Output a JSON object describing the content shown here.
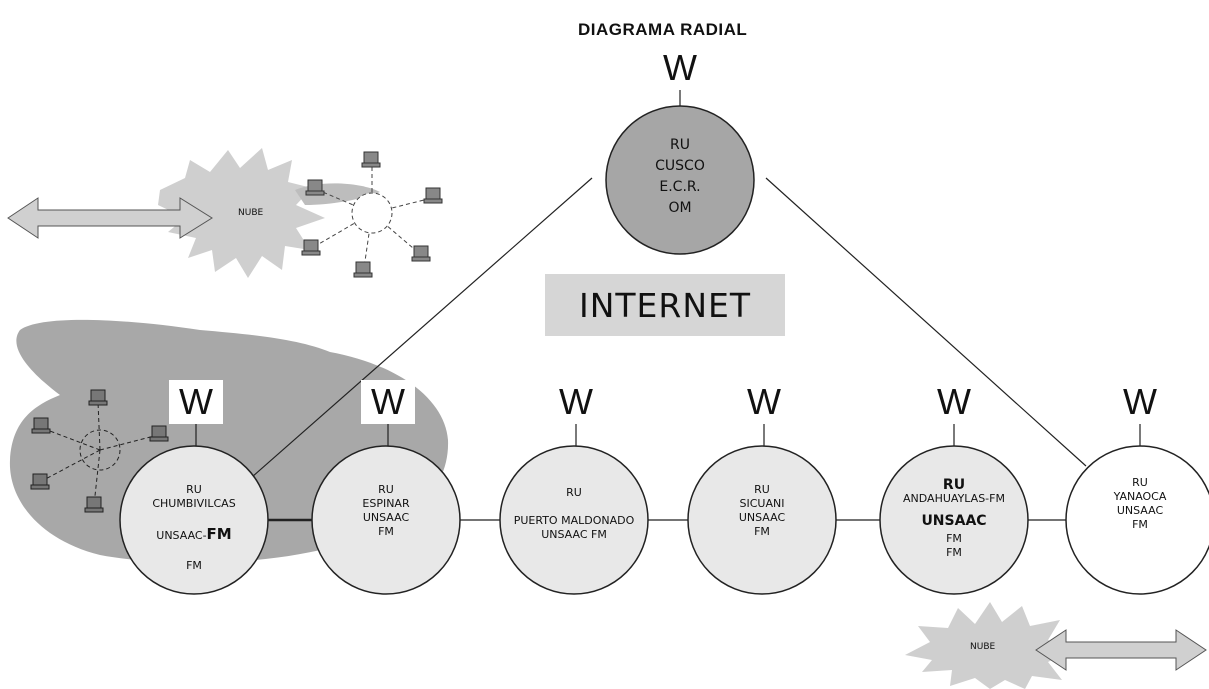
{
  "title": "DIAGRAMA RADIAL",
  "internet": "INTERNET",
  "w_label": "W",
  "cloud_label": "NUBE",
  "nodes": {
    "cusco": [
      "RU",
      "CUSCO",
      "E.C.R.",
      "OM"
    ],
    "chumbivilcas": {
      "top": [
        "RU",
        "CHUMBIVILCAS"
      ],
      "mid_a": "UNSAAC-",
      "mid_b": "FM",
      "bottom": "FM"
    },
    "espinar": [
      "RU",
      "ESPINAR",
      "UNSAAC",
      "FM"
    ],
    "puerto": [
      "RU",
      "PUERTO MALDONADO",
      "UNSAAC FM"
    ],
    "sicuani": [
      "RU",
      "SICUANI",
      "UNSAAC",
      "FM"
    ],
    "andahuaylas": {
      "ru": "RU",
      "name": "ANDAHUAYLAS-FM",
      "org": "UNSAAC",
      "fm1": "FM",
      "fm2": "FM"
    },
    "yanaoca": [
      "RU",
      "YANAOCA",
      "UNSAAC",
      "FM"
    ]
  },
  "colors": {
    "node_fill": "#e8e8e8",
    "center_fill": "#a6a6a6",
    "internet_bg": "#d6d6d6",
    "blob_fill": "#a8a8a8",
    "cloud_fill": "#cfcfcf",
    "line": "#222222"
  }
}
